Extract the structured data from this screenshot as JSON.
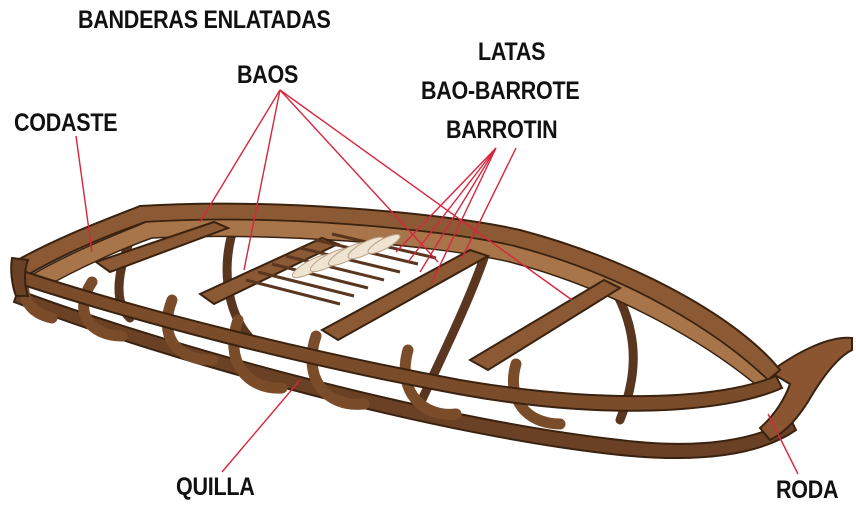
{
  "labels": {
    "banderas": "BANDERAS ENLATADAS",
    "baos": "BAOS",
    "codaste": "CODASTE",
    "latas": "LATAS",
    "bao_barrote": "BAO-BARROTE",
    "barrotin": "BARROTIN",
    "quilla": "QUILLA",
    "roda": "RODA"
  },
  "colors": {
    "wood_dark": "#4a2e18",
    "wood_mid": "#7a4c2a",
    "wood_light": "#a8754a",
    "leader_line": "#d7263d",
    "text": "#111111"
  }
}
